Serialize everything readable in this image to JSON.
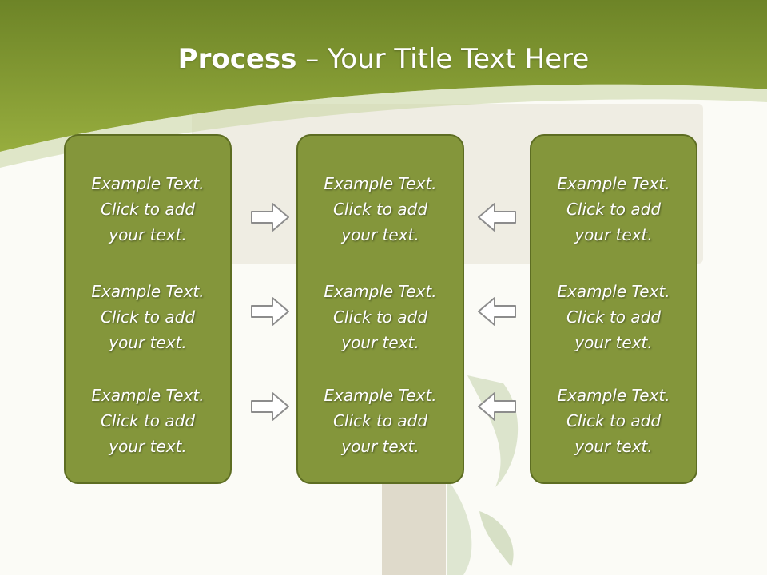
{
  "title": {
    "bold": "Process",
    "dash": " – ",
    "rest": "Your Title Text Here"
  },
  "columns": [
    {
      "items": [
        {
          "line1": "Example Text.",
          "line2": "Click  to add",
          "line3": "your text."
        },
        {
          "line1": "Example Text.",
          "line2": "Click  to add",
          "line3": "your text."
        },
        {
          "line1": "Example Text.",
          "line2": "Click  to add",
          "line3": "your text."
        }
      ]
    },
    {
      "items": [
        {
          "line1": "Example Text.",
          "line2": "Click  to add",
          "line3": "your text."
        },
        {
          "line1": "Example Text.",
          "line2": "Click  to add",
          "line3": "your text."
        },
        {
          "line1": "Example Text.",
          "line2": "Click  to add",
          "line3": "your text."
        }
      ]
    },
    {
      "items": [
        {
          "line1": "Example Text.",
          "line2": "Click  to add",
          "line3": "your text."
        },
        {
          "line1": "Example Text.",
          "line2": "Click  to add",
          "line3": "your text."
        },
        {
          "line1": "Example Text.",
          "line2": "Click  to add",
          "line3": "your text."
        }
      ]
    }
  ],
  "arrows": {
    "left_group": "arrow-right-icon",
    "right_group": "arrow-left-icon"
  },
  "colors": {
    "header_green": "#8aa337",
    "box_fill": "#84963b",
    "box_border": "#5d6d22",
    "background": "#fbfbf6"
  }
}
